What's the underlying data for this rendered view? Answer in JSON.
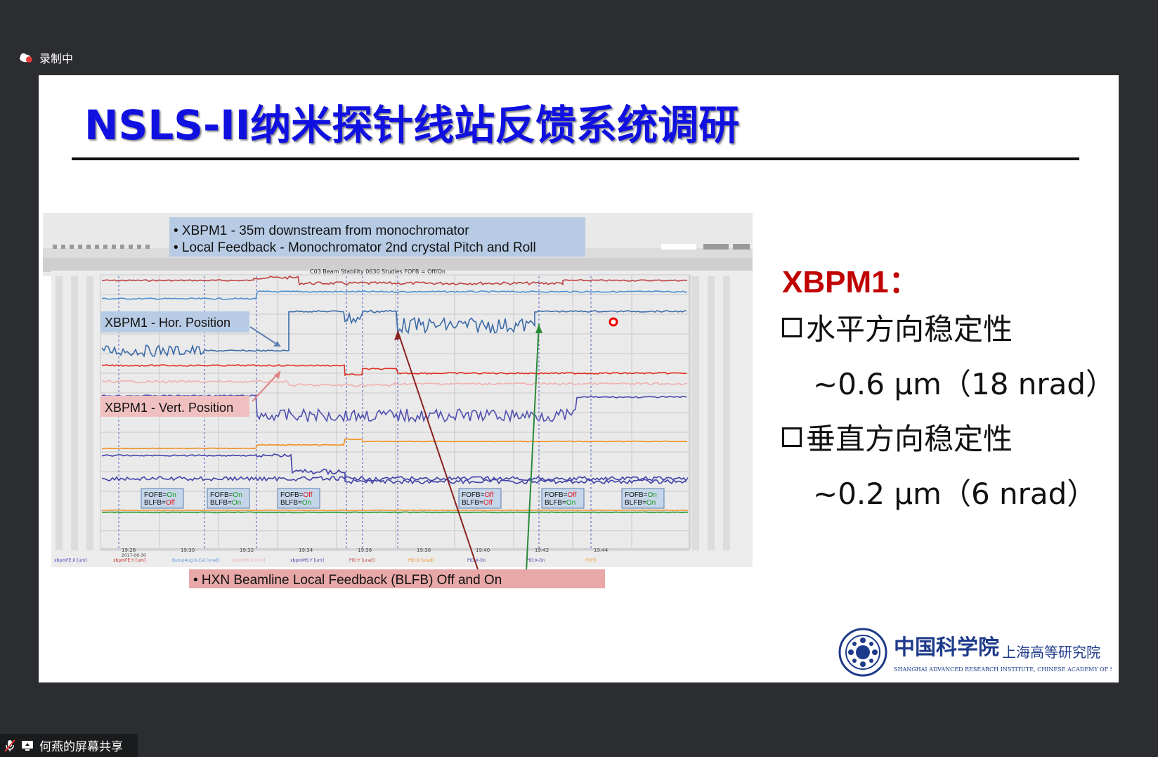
{
  "recording": {
    "label": "录制中"
  },
  "slide": {
    "title": "NSLS-II纳米探针线站反馈系统调研",
    "figure": {
      "note_top_1": "• XBPM1 - 35m downstream from monochromator",
      "note_top_2": "• Local Feedback - Monochromator 2nd crystal Pitch and Roll",
      "chart_title": "C03 Beam Stability 0630 Studies FOFB = Off/On",
      "hor_label": "XBPM1 - Hor. Position",
      "vert_label": "XBPM1 - Vert. Position",
      "bottom_note": "• HXN Beamline Local Feedback (BLFB) Off and On",
      "states": [
        {
          "fofb": "On",
          "blfb": "Off"
        },
        {
          "fofb": "On",
          "blfb": "On"
        },
        {
          "fofb": "Off",
          "blfb": "On"
        },
        {
          "fofb": "Off",
          "blfb": "Off"
        },
        {
          "fofb": "Off",
          "blfb": "On"
        },
        {
          "fofb": "On",
          "blfb": "On"
        }
      ],
      "fofb_prefix": "FOFB=",
      "blfb_prefix": "BLFB=",
      "time_ticks": [
        "19:28",
        "19:30",
        "19:32",
        "19:34",
        "19:36",
        "19:38",
        "19:40",
        "19:42",
        "19:44"
      ],
      "date_label": "2017-06-30",
      "legend_items": [
        "xbpmFE:X [um]",
        "xbpmFE:Y [um]",
        "BumpAng:X-Cal [nrad]",
        "xbpmMS:X [um]",
        "xbpmMS:Y [um]",
        "PID:Y [urad]",
        "PID:X [urad]",
        "PID:X-On",
        "PID:X-On",
        "FOFB"
      ]
    },
    "right": {
      "heading": "XBPM1：",
      "item1": "水平方向稳定性",
      "value1": "~0.6 μm（18 nrad）",
      "item2": "垂直方向稳定性",
      "value2": "~0.2 μm（6 nrad）"
    },
    "logo": {
      "cn_main": "中国科学院",
      "cn_sub": "上海高等研究院",
      "en": "SHANGHAI ADVANCED RESEARCH INSTITUTE, CHINESE ACADEMY OF SCIENCES"
    }
  },
  "share_bar": {
    "label": "何燕的屏幕共享"
  },
  "colors": {
    "title_blue": "#1010e0",
    "accent_red": "#c00000",
    "on_green": "#1a9a1a",
    "off_red": "#e02020"
  }
}
